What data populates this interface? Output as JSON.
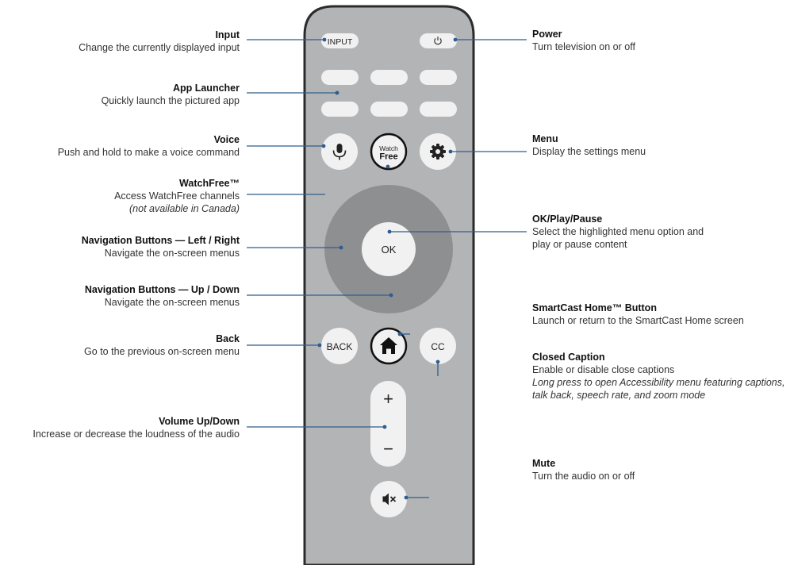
{
  "remote": {
    "input_label": "INPUT",
    "power_glyph": "⏻",
    "watchfree_top": "Watch",
    "watchfree_bottom": "Free",
    "ok_label": "OK",
    "back_label": "BACK",
    "cc_label": "CC",
    "vol_plus": "+",
    "vol_minus": "−",
    "home_icon": "home-icon",
    "mic_icon": "microphone-icon",
    "gear_icon": "gear-icon",
    "mute_icon": "mute-icon"
  },
  "colors": {
    "remote_body": "#b3b4b6",
    "remote_outline": "#2b2b2b",
    "button": "#f1f1f1",
    "dpad": "#8e8f91",
    "leader_line": "#2e5d8e"
  },
  "callouts": {
    "input": {
      "title": "Input",
      "desc": "Change the currently displayed input"
    },
    "app_launcher": {
      "title": "App Launcher",
      "desc": "Quickly launch the pictured app"
    },
    "voice": {
      "title": "Voice",
      "desc": "Push and hold to make a voice command"
    },
    "watchfree": {
      "title": "WatchFree™",
      "desc": "Access WatchFree channels",
      "note": "(not available in Canada)"
    },
    "nav_lr": {
      "title": "Navigation Buttons — Left / Right",
      "desc": "Navigate the on-screen menus"
    },
    "nav_ud": {
      "title": "Navigation Buttons — Up / Down",
      "desc": "Navigate the on-screen menus"
    },
    "back": {
      "title": "Back",
      "desc": "Go to the previous on-screen menu"
    },
    "volume": {
      "title": "Volume Up/Down",
      "desc": "Increase or decrease the loudness of the audio"
    },
    "power": {
      "title": "Power",
      "desc": "Turn television on or off"
    },
    "menu": {
      "title": "Menu",
      "desc": "Display the settings menu"
    },
    "ok": {
      "title": "OK/Play/Pause",
      "desc1": "Select the highlighted menu option and",
      "desc2": "play or pause content"
    },
    "home": {
      "title": "SmartCast Home™ Button",
      "desc": "Launch or return to the SmartCast Home screen"
    },
    "cc": {
      "title": "Closed Caption",
      "desc": "Enable or disable close captions",
      "note1": "Long press to open Accessibility menu featuring captions,",
      "note2": "talk back, speech rate, and zoom mode"
    },
    "mute": {
      "title": "Mute",
      "desc": "Turn the audio on or off"
    }
  }
}
